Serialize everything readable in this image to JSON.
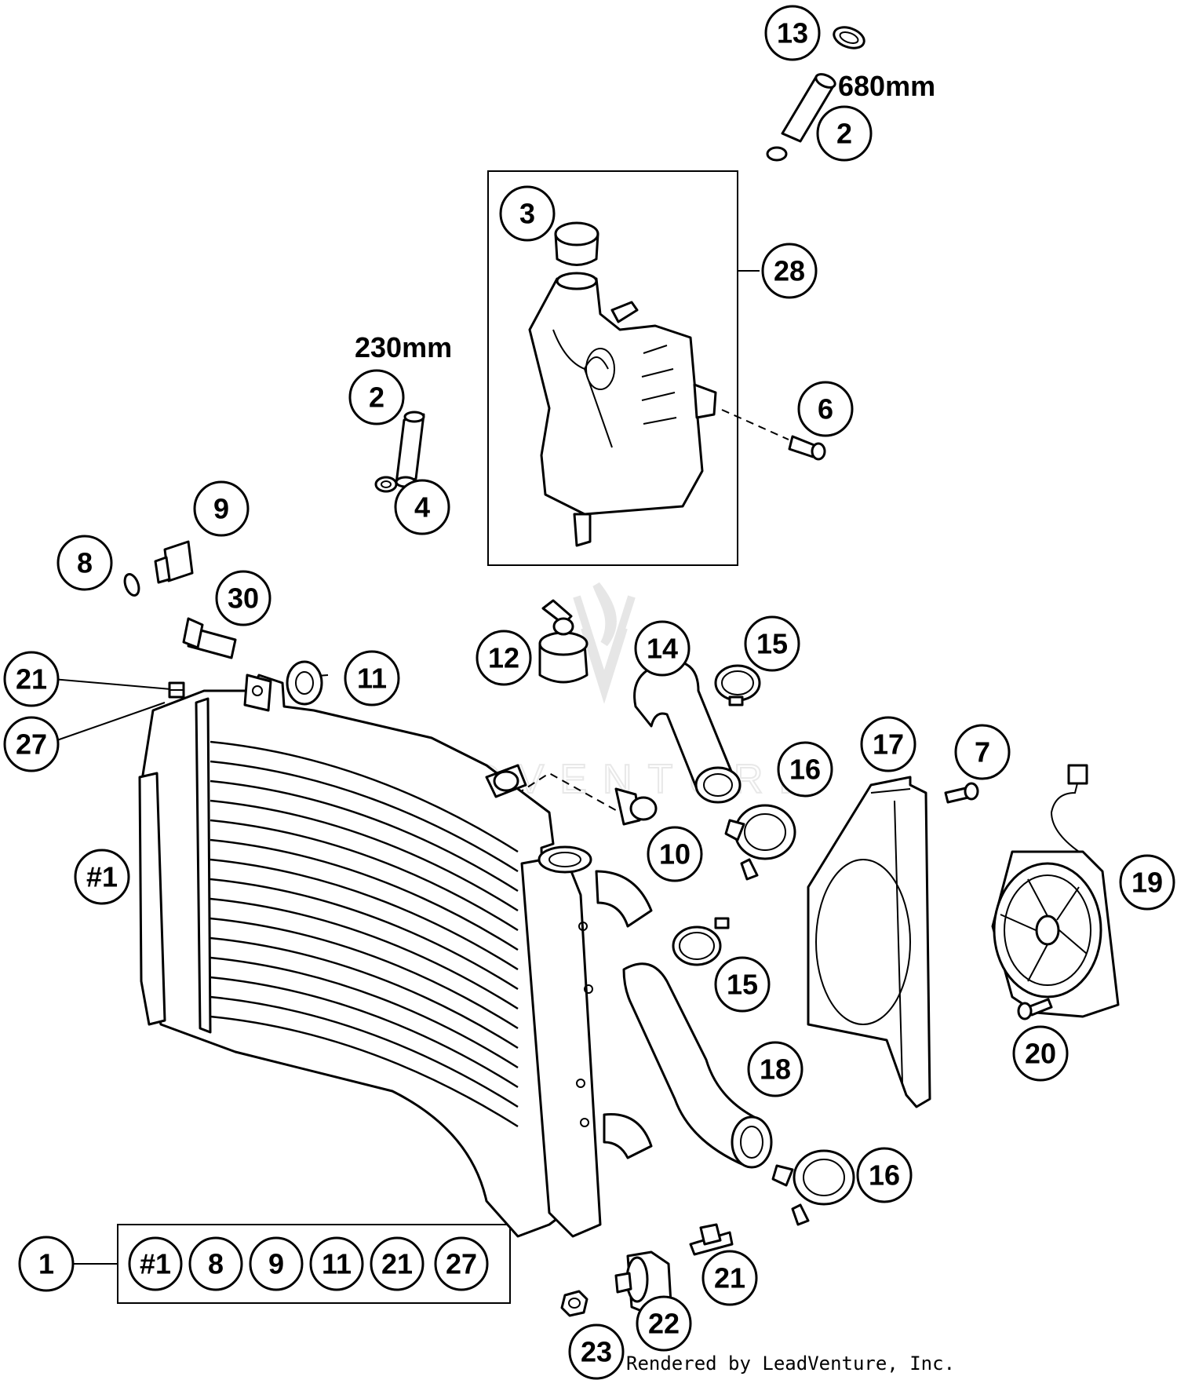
{
  "diagram": {
    "callouts": [
      {
        "id": "c13",
        "label": "13"
      },
      {
        "id": "c2a",
        "label": "2"
      },
      {
        "id": "c3",
        "label": "3"
      },
      {
        "id": "c28",
        "label": "28"
      },
      {
        "id": "c2b",
        "label": "2"
      },
      {
        "id": "c6",
        "label": "6"
      },
      {
        "id": "c4",
        "label": "4"
      },
      {
        "id": "c9",
        "label": "9"
      },
      {
        "id": "c8",
        "label": "8"
      },
      {
        "id": "c30",
        "label": "30"
      },
      {
        "id": "c21a",
        "label": "21"
      },
      {
        "id": "c27",
        "label": "27"
      },
      {
        "id": "c11",
        "label": "11"
      },
      {
        "id": "c12",
        "label": "12"
      },
      {
        "id": "c14",
        "label": "14"
      },
      {
        "id": "c15a",
        "label": "15"
      },
      {
        "id": "c16a",
        "label": "16"
      },
      {
        "id": "c17",
        "label": "17"
      },
      {
        "id": "c7",
        "label": "7"
      },
      {
        "id": "c10",
        "label": "10"
      },
      {
        "id": "c19",
        "label": "19"
      },
      {
        "id": "c1h",
        "label": "#1"
      },
      {
        "id": "c15b",
        "label": "15"
      },
      {
        "id": "c18",
        "label": "18"
      },
      {
        "id": "c20",
        "label": "20"
      },
      {
        "id": "c16b",
        "label": "16"
      },
      {
        "id": "c1",
        "label": "1"
      },
      {
        "id": "c21b",
        "label": "21"
      },
      {
        "id": "c22",
        "label": "22"
      },
      {
        "id": "c23",
        "label": "23"
      }
    ],
    "kit": {
      "label": "1",
      "items": [
        "#1",
        "8",
        "9",
        "11",
        "21",
        "27"
      ]
    },
    "dimensions": {
      "hose_upper": "680mm",
      "hose_lower": "230mm"
    },
    "watermark_text": "LEADVENTURE",
    "credit": "Rendered by LeadVenture, Inc."
  }
}
